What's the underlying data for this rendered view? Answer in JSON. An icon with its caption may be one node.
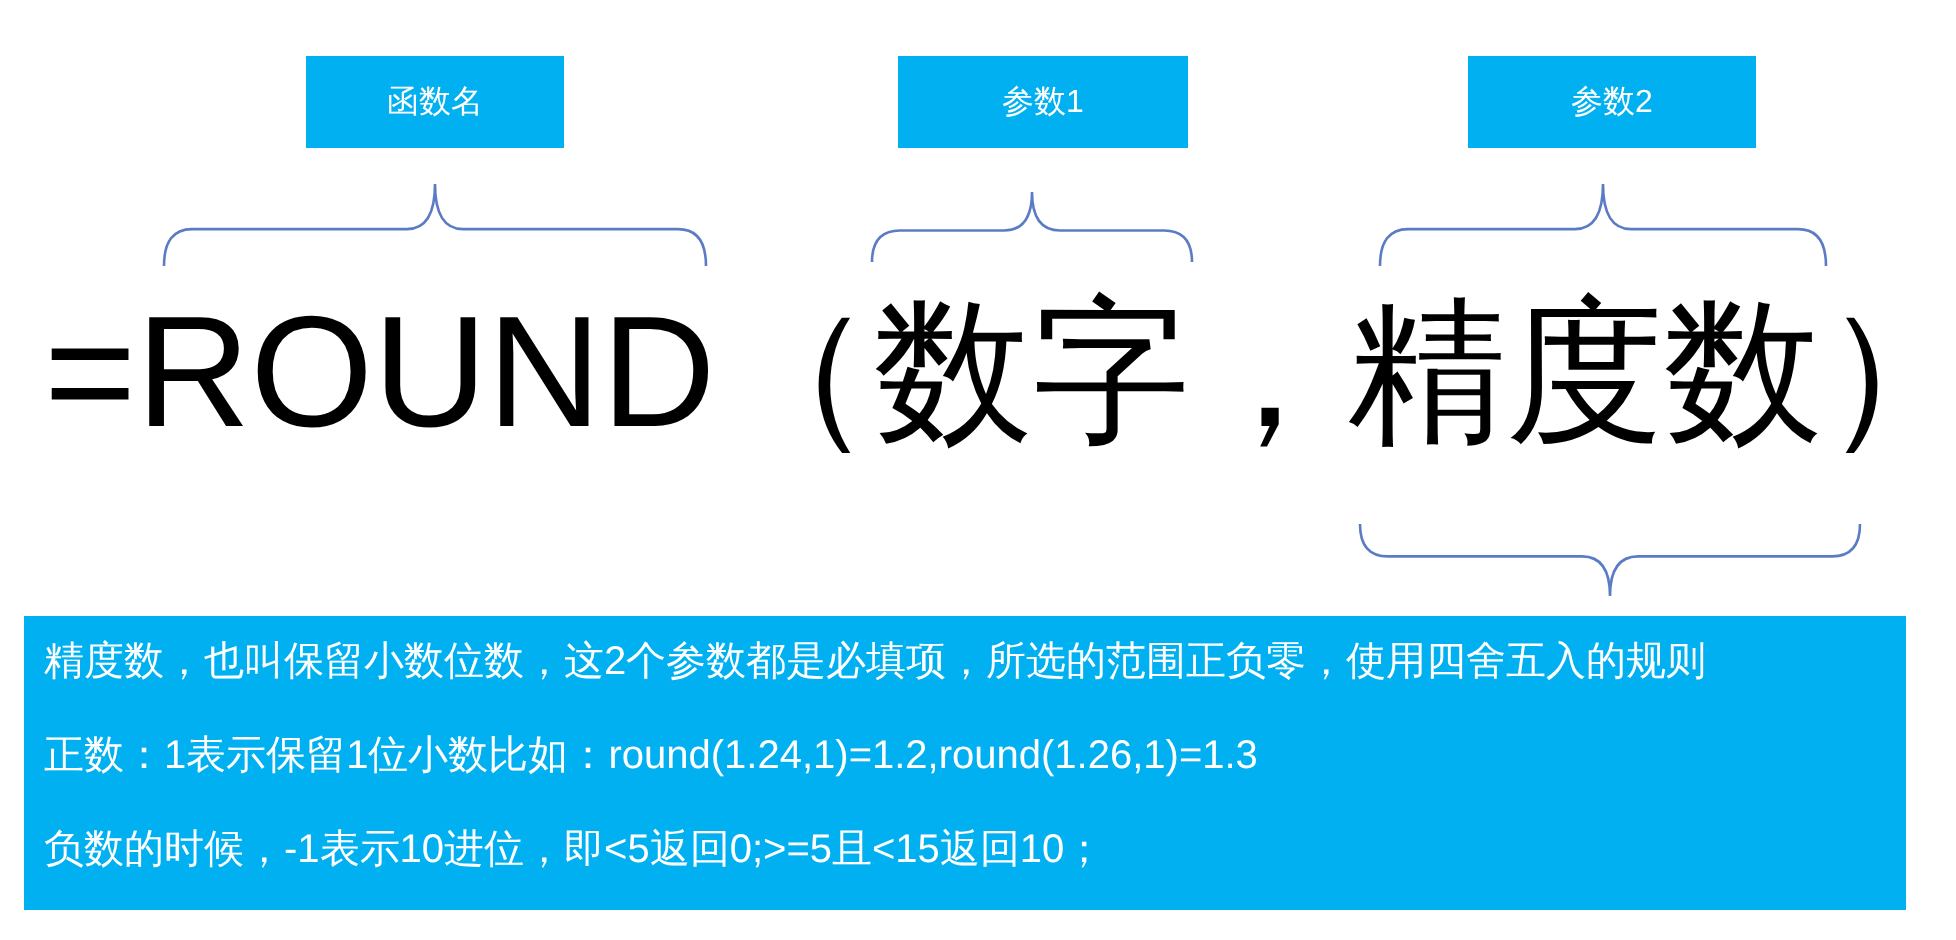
{
  "diagram": {
    "nodes": [
      {
        "text": [
          "函数名"
        ]
      },
      {
        "text": [
          "参数1"
        ]
      },
      {
        "text": [
          "参数2"
        ]
      },
      {
        "text": [
          "精度数，也叫保留小数位数，这2个参数都是必填项，所选的范围正负零，使用四舍五入的规则",
          "正数：1表示保留1位小数比如：round(1.24,1)=1.2,round(1.26,1)=1.3",
          "负数的时候，-1表示10进位，即<5返回0;>=5且<15返回10；"
        ]
      }
    ],
    "labels": [
      "=ROUND（数字，精度数）"
    ]
  }
}
